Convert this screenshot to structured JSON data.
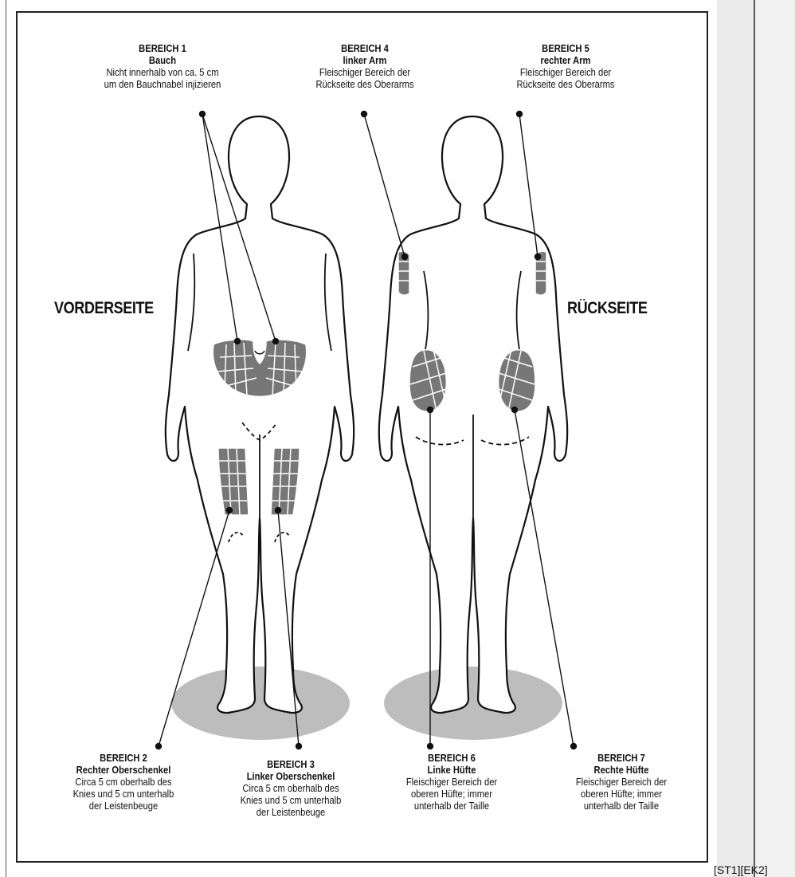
{
  "sides": {
    "front": "VORDERSEITE",
    "back": "RÜCKSEITE"
  },
  "areas": [
    {
      "title": "BEREICH 1",
      "subtitle": "Bauch",
      "desc": [
        "Nicht innerhalb von ca. 5 cm",
        "um den Bauchnabel injizieren"
      ]
    },
    {
      "title": "BEREICH 2",
      "subtitle": "Rechter Oberschenkel",
      "desc": [
        "Circa 5 cm oberhalb des",
        "Knies und 5 cm unterhalb",
        "der Leistenbeuge"
      ]
    },
    {
      "title": "BEREICH 3",
      "subtitle": "Linker Oberschenkel",
      "desc": [
        "Circa 5 cm oberhalb des",
        "Knies und 5 cm unterhalb",
        "der Leistenbeuge"
      ]
    },
    {
      "title": "BEREICH 4",
      "subtitle": "linker Arm",
      "desc": [
        "Fleischiger Bereich der",
        "Rückseite des Oberarms"
      ]
    },
    {
      "title": "BEREICH 5",
      "subtitle": "rechter Arm",
      "desc": [
        "Fleischiger Bereich der",
        "Rückseite des Oberarms"
      ]
    },
    {
      "title": "BEREICH 6",
      "subtitle": "Linke Hüfte",
      "desc": [
        "Fleischiger Bereich der",
        "oberen Hüfte; immer",
        "unterhalb der Taille"
      ]
    },
    {
      "title": "BEREICH 7",
      "subtitle": "Rechte Hüfte",
      "desc": [
        "Fleischiger Bereich der",
        "oberen Hüfte; immer",
        "unterhalb der Taille"
      ]
    }
  ],
  "footer": "[ST1][EK2]",
  "colors": {
    "zone": "#777777",
    "shadow": "#bdbdbd",
    "stroke": "#111111"
  }
}
